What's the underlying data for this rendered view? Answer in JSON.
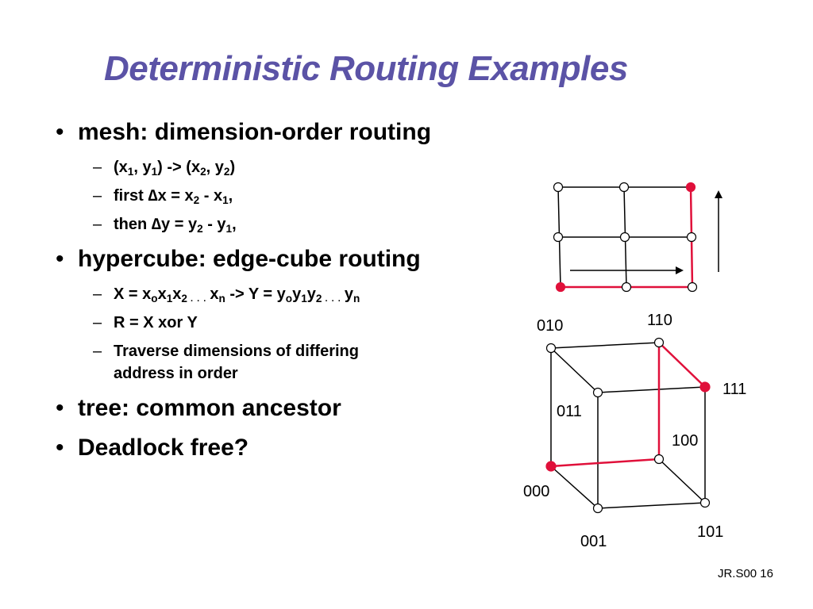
{
  "title": "Deterministic Routing Examples",
  "bullets": {
    "mesh": "mesh: dimension-order routing",
    "mesh_sub1": {
      "a": "(x",
      "a1": "1",
      "b": ", y",
      "b1": "1",
      "c": ") -> (x",
      "c1": "2",
      "d": ", y",
      "d1": "2",
      "e": ")"
    },
    "mesh_sub2": {
      "a": "first ",
      "delta": "∆",
      "b": "x = x",
      "b1": "2",
      "c": " - x",
      "c1": "1",
      "d": ","
    },
    "mesh_sub3": {
      "a": "then ",
      "delta": "∆",
      "b": "y = y",
      "b1": "2",
      "c": " - y",
      "c1": "1",
      "d": ","
    },
    "hypercube": "hypercube: edge-cube routing",
    "hc_sub1": {
      "a": "X = x",
      "a1": "o",
      "b": "x",
      "b1": "1",
      "c": "x",
      "c1": "2",
      "dots1": " . . . ",
      "d": "x",
      "d1": "n",
      "e": "  -> Y = y",
      "e1": "o",
      "f": "y",
      "f1": "1",
      "g": "y",
      "g1": "2",
      "dots2": " . . . ",
      "h": "y",
      "h1": "n"
    },
    "hc_sub2": "R = X xor Y",
    "hc_sub3_line1": "Traverse dimensions of differing",
    "hc_sub3_line2": "address in order",
    "tree": "tree: common ancestor",
    "deadlock": "Deadlock free?"
  },
  "bullet_symbol": "•",
  "dash_symbol": "–",
  "cube_labels": {
    "n010": "010",
    "n110": "110",
    "n111": "111",
    "n011": "011",
    "n100": "100",
    "n000": "000",
    "n001": "001",
    "n101": "101"
  },
  "footer": "JR.S00 16",
  "colors": {
    "title": "#5b53a6",
    "route": "#e0103a",
    "line": "#000000"
  }
}
